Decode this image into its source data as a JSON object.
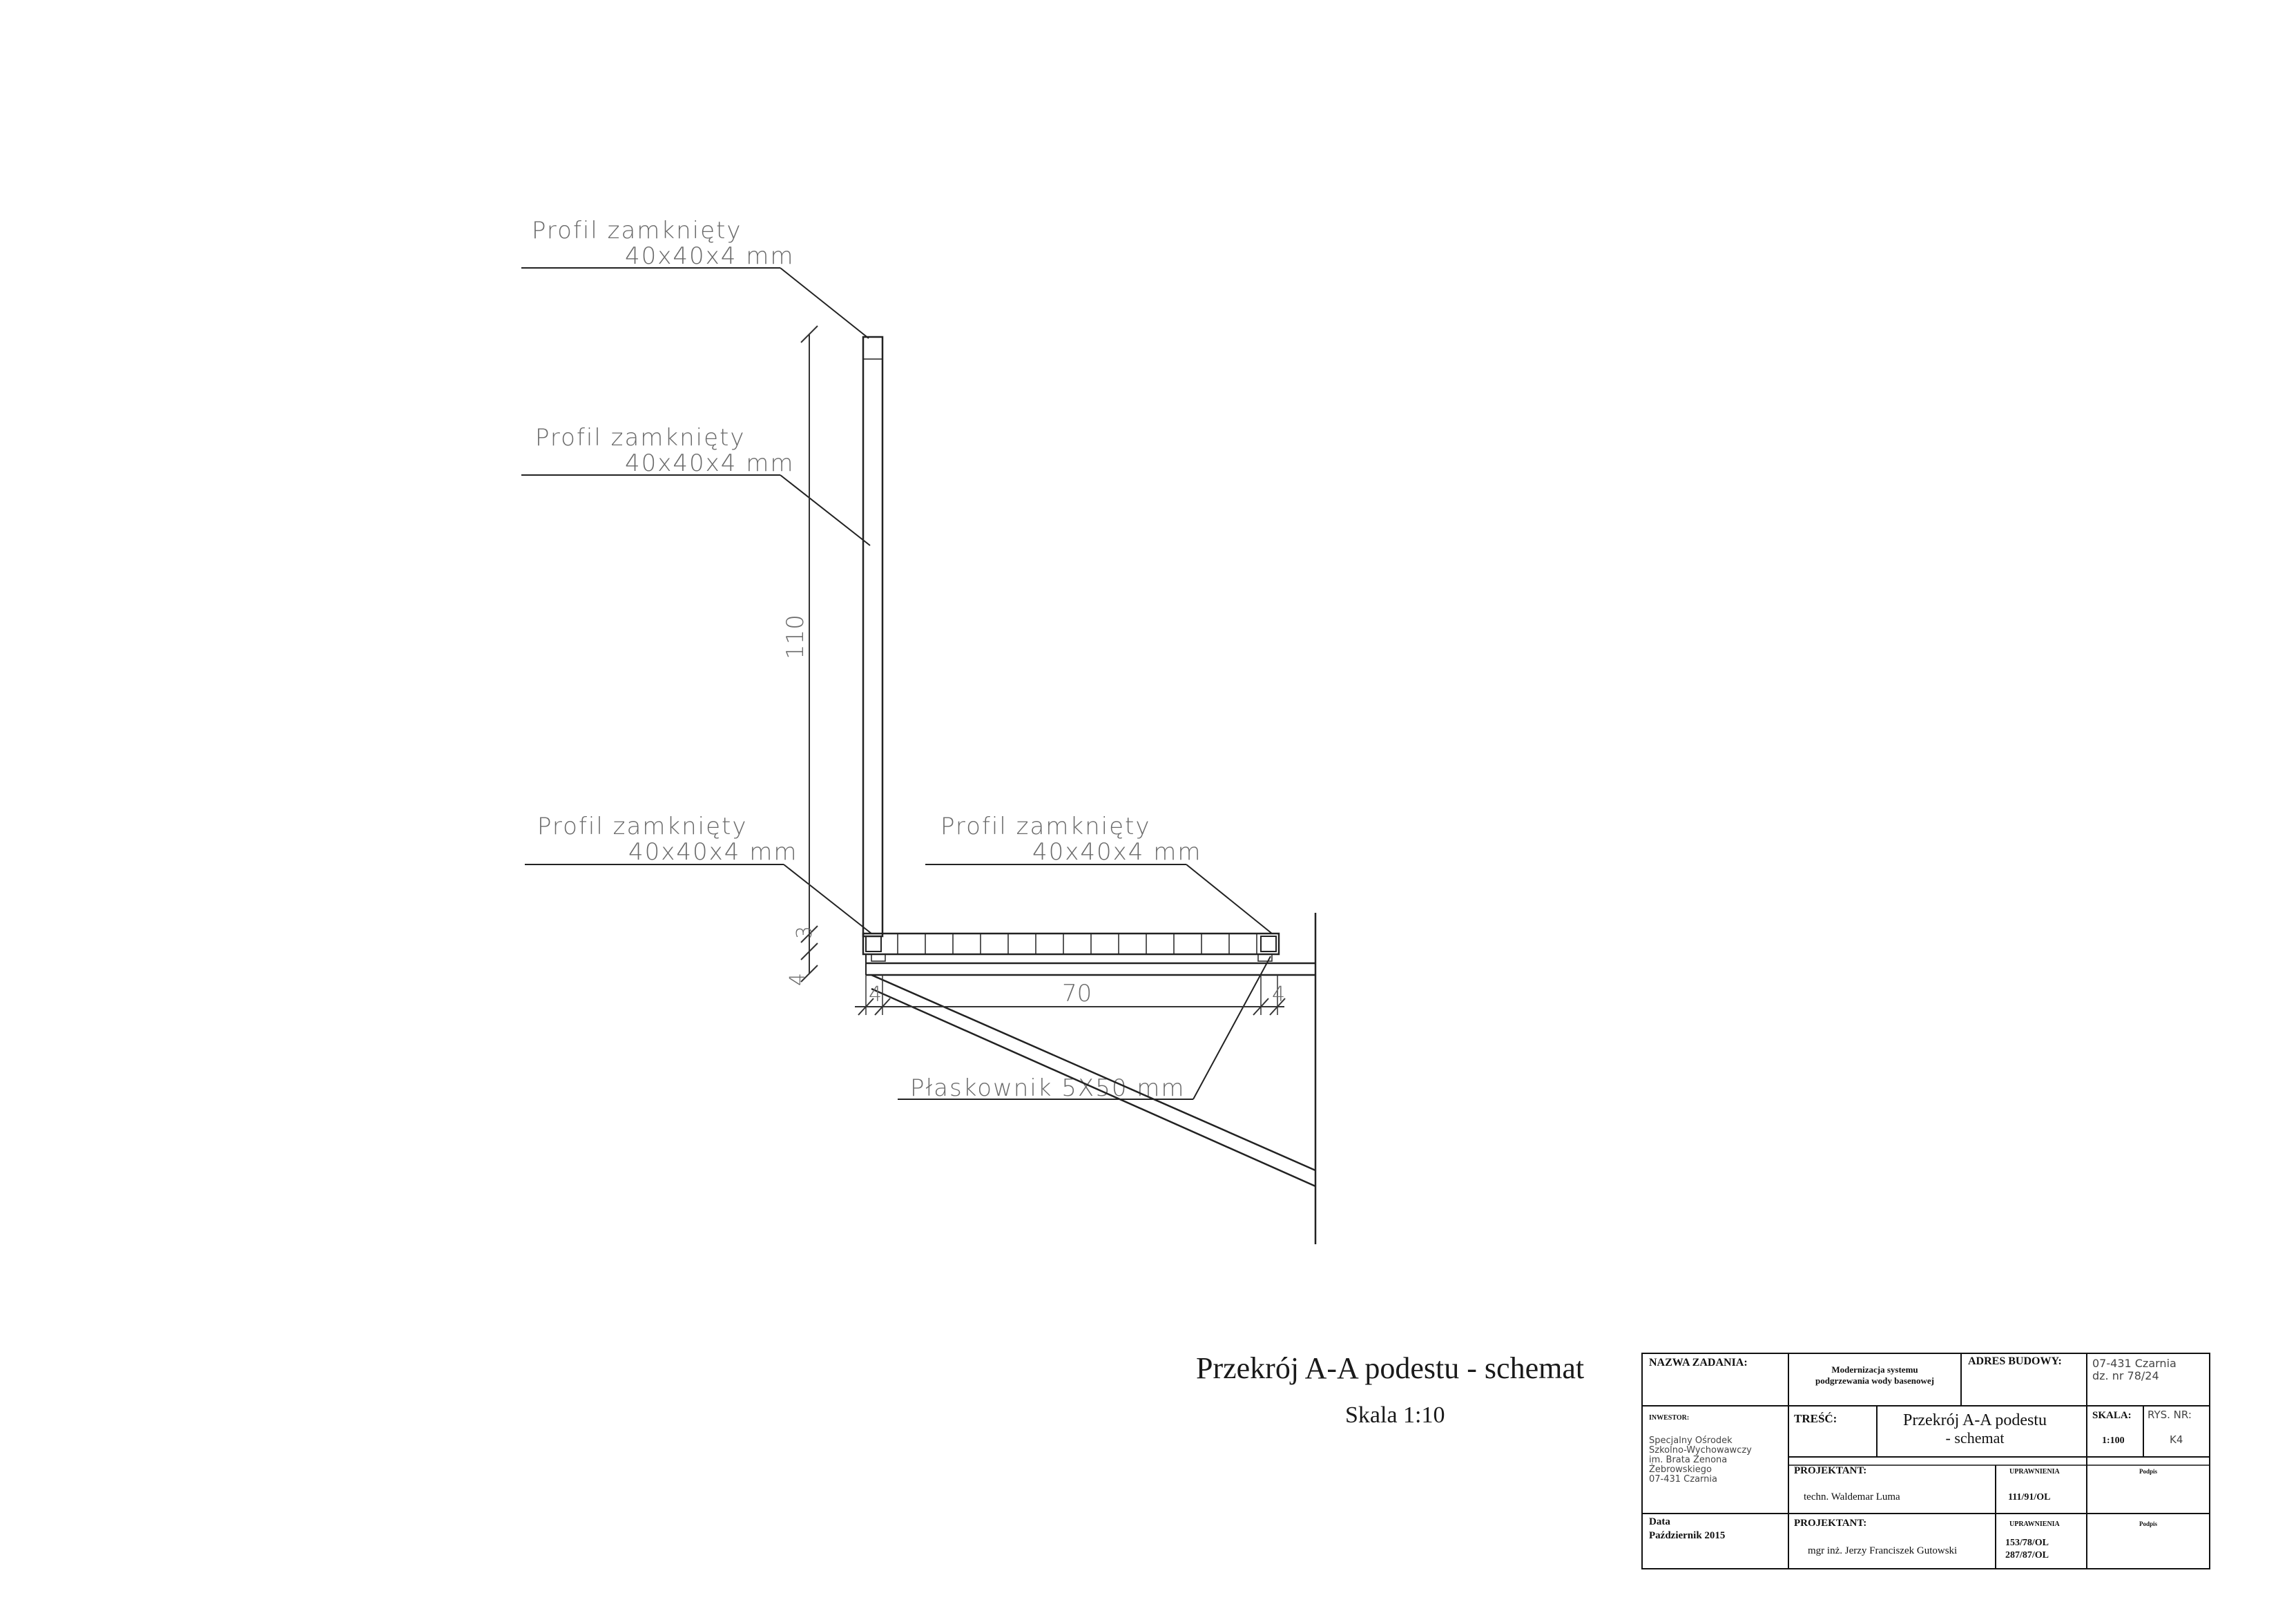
{
  "labels": {
    "top": {
      "name": "Profil zamknięty",
      "size": "40x40x4 mm"
    },
    "middle": {
      "name": "Profil zamknięty",
      "size": "40x40x4 mm"
    },
    "bottom_left": {
      "name": "Profil zamknięty",
      "size": "40x40x4 mm"
    },
    "bottom_right": {
      "name": "Profil zamknięty",
      "size": "40x40x4 mm"
    },
    "flat_bar": "Płaskownik 5X50 mm"
  },
  "dimensions": {
    "height": "110",
    "platform_length": "70",
    "left_offset": "4",
    "right_offset": "4",
    "left_vertical_a": "4",
    "left_vertical_b": "3"
  },
  "title": {
    "main": "Przekrój A-A podestu - schemat",
    "scale": "Skala 1:10"
  },
  "title_block": {
    "task_label": "NAZWA ZADANIA:",
    "task_value_line1": "Modernizacja systemu",
    "task_value_line2": "podgrzewania wody basenowej",
    "address_label": "ADRES BUDOWY:",
    "address_line1": "07-431 Czarnia",
    "address_line2": "dz. nr 78/24",
    "investor_label": "INWESTOR:",
    "investor_lines": [
      "Specjalny Ośrodek",
      "Szkolno-Wychowawczy",
      "im. Brata Zenona",
      "Żebrowskiego",
      "07-431 Czarnia"
    ],
    "content_label": "TREŚĆ:",
    "content_line1": "Przekrój A-A podestu",
    "content_line2": "- schemat",
    "scale_label": "SKALA:",
    "scale_value": "1:100",
    "drawing_no_label": "RYS. NR:",
    "drawing_no_value": "K4",
    "designer1_label": "PROJEKTANT:",
    "designer1_name": "techn. Waldemar Luma",
    "permits_label": "UPRAWNIENIA",
    "designer1_permit": "111/91/OL",
    "signature_label": "Podpis",
    "date_label": "Data",
    "date_value": "Październik 2015",
    "designer2_label": "PROJEKTANT:",
    "designer2_name": "mgr inż. Jerzy Franciszek Gutowski",
    "permits2_label": "UPRAWNIENIA",
    "designer2_permit1": "153/78/OL",
    "designer2_permit2": "287/87/OL",
    "signature2_label": "Podpis"
  }
}
